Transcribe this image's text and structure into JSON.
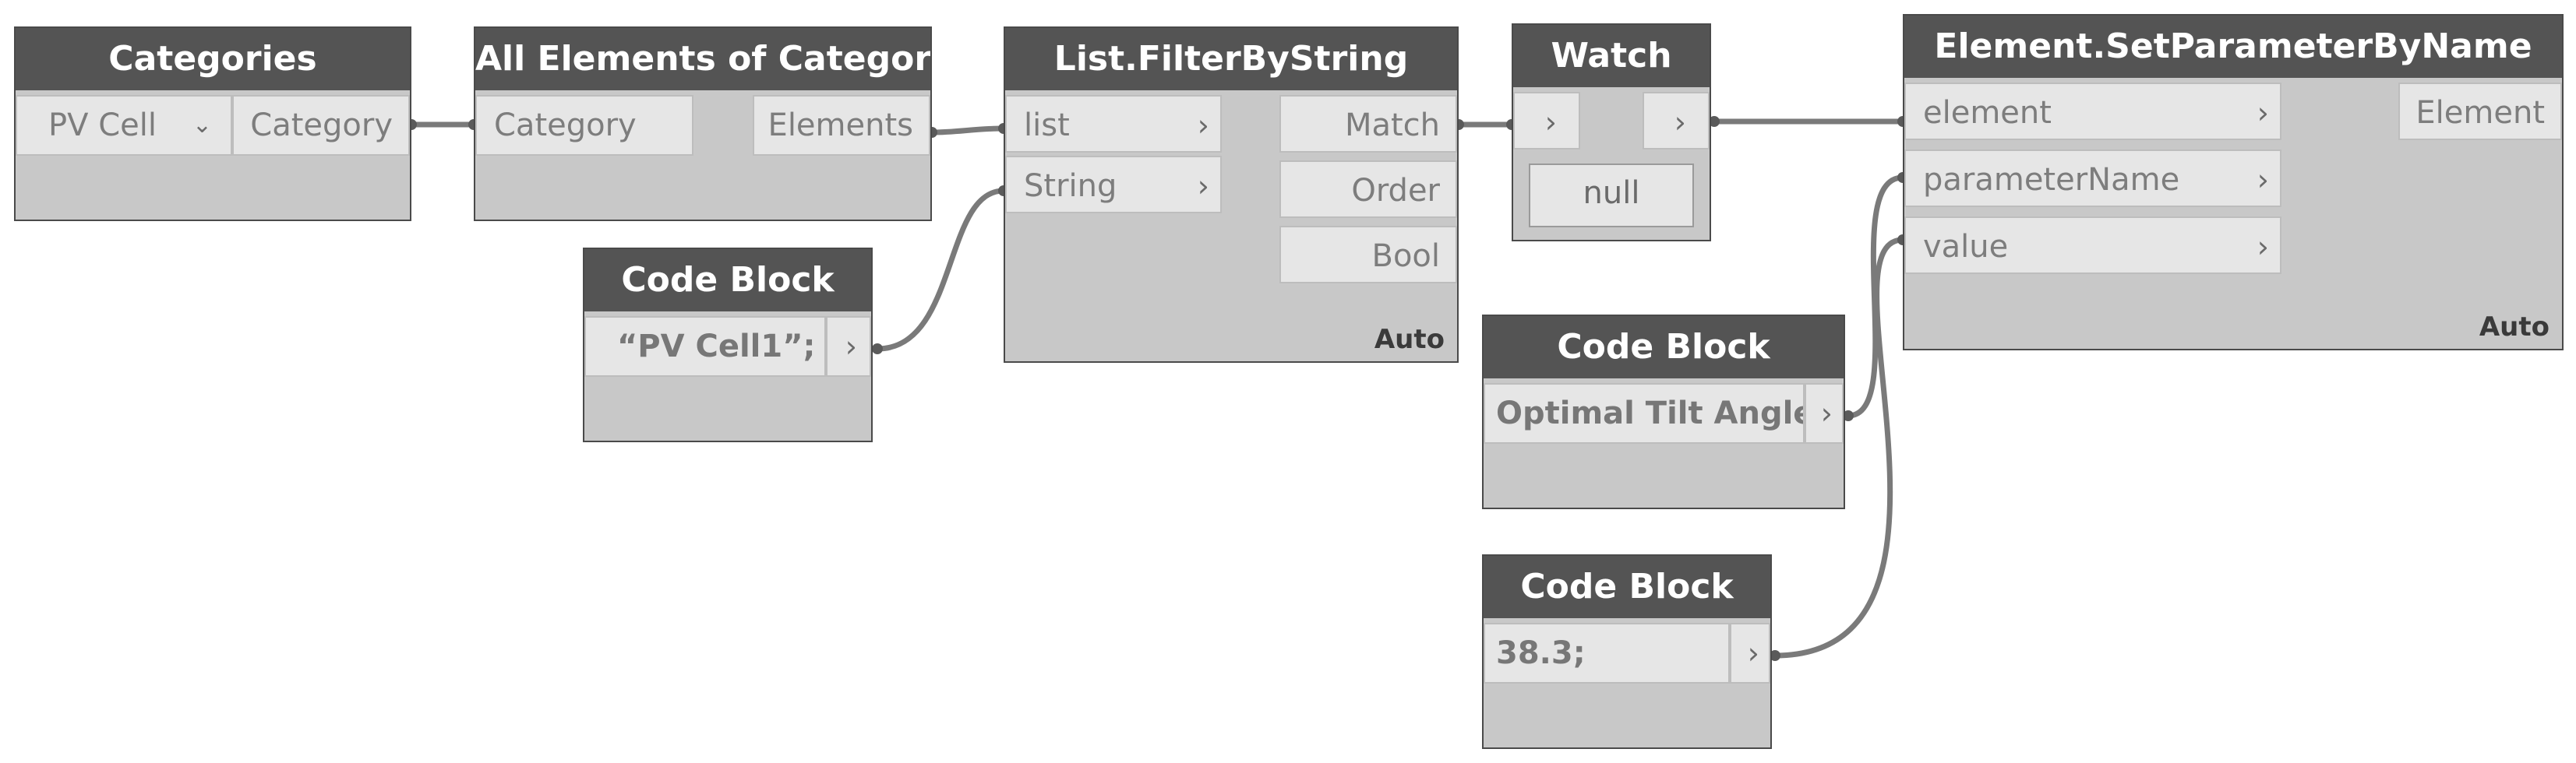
{
  "nodes": {
    "categories": {
      "title": "Categories",
      "selected": "PV Cell",
      "output": "Category"
    },
    "all_elements": {
      "title": "All Elements of Category",
      "input": "Category",
      "output": "Elements"
    },
    "code_block_1": {
      "title": "Code Block",
      "code": "“PV Cell1”;"
    },
    "filter": {
      "title": "List.FilterByString",
      "inputs": [
        "list",
        "String"
      ],
      "outputs": [
        "Match",
        "Order",
        "Bool"
      ],
      "lacing": "Auto"
    },
    "watch": {
      "title": "Watch",
      "value": "null"
    },
    "code_block_2": {
      "title": "Code Block",
      "code": "Optimal Tilt Angle;"
    },
    "code_block_3": {
      "title": "Code Block",
      "code": "38.3;"
    },
    "set_param": {
      "title": "Element.SetParameterByName",
      "inputs": [
        "element",
        "parameterName",
        "value"
      ],
      "output": "Element",
      "lacing": "Auto"
    }
  },
  "icons": {
    "port_arrow": "chevron-right-icon",
    "dropdown": "chevron-down-icon"
  },
  "colors": {
    "header": "#545454",
    "body": "#c8c8c8",
    "port": "#e6e6e6",
    "wire": "#7a7a7a"
  }
}
